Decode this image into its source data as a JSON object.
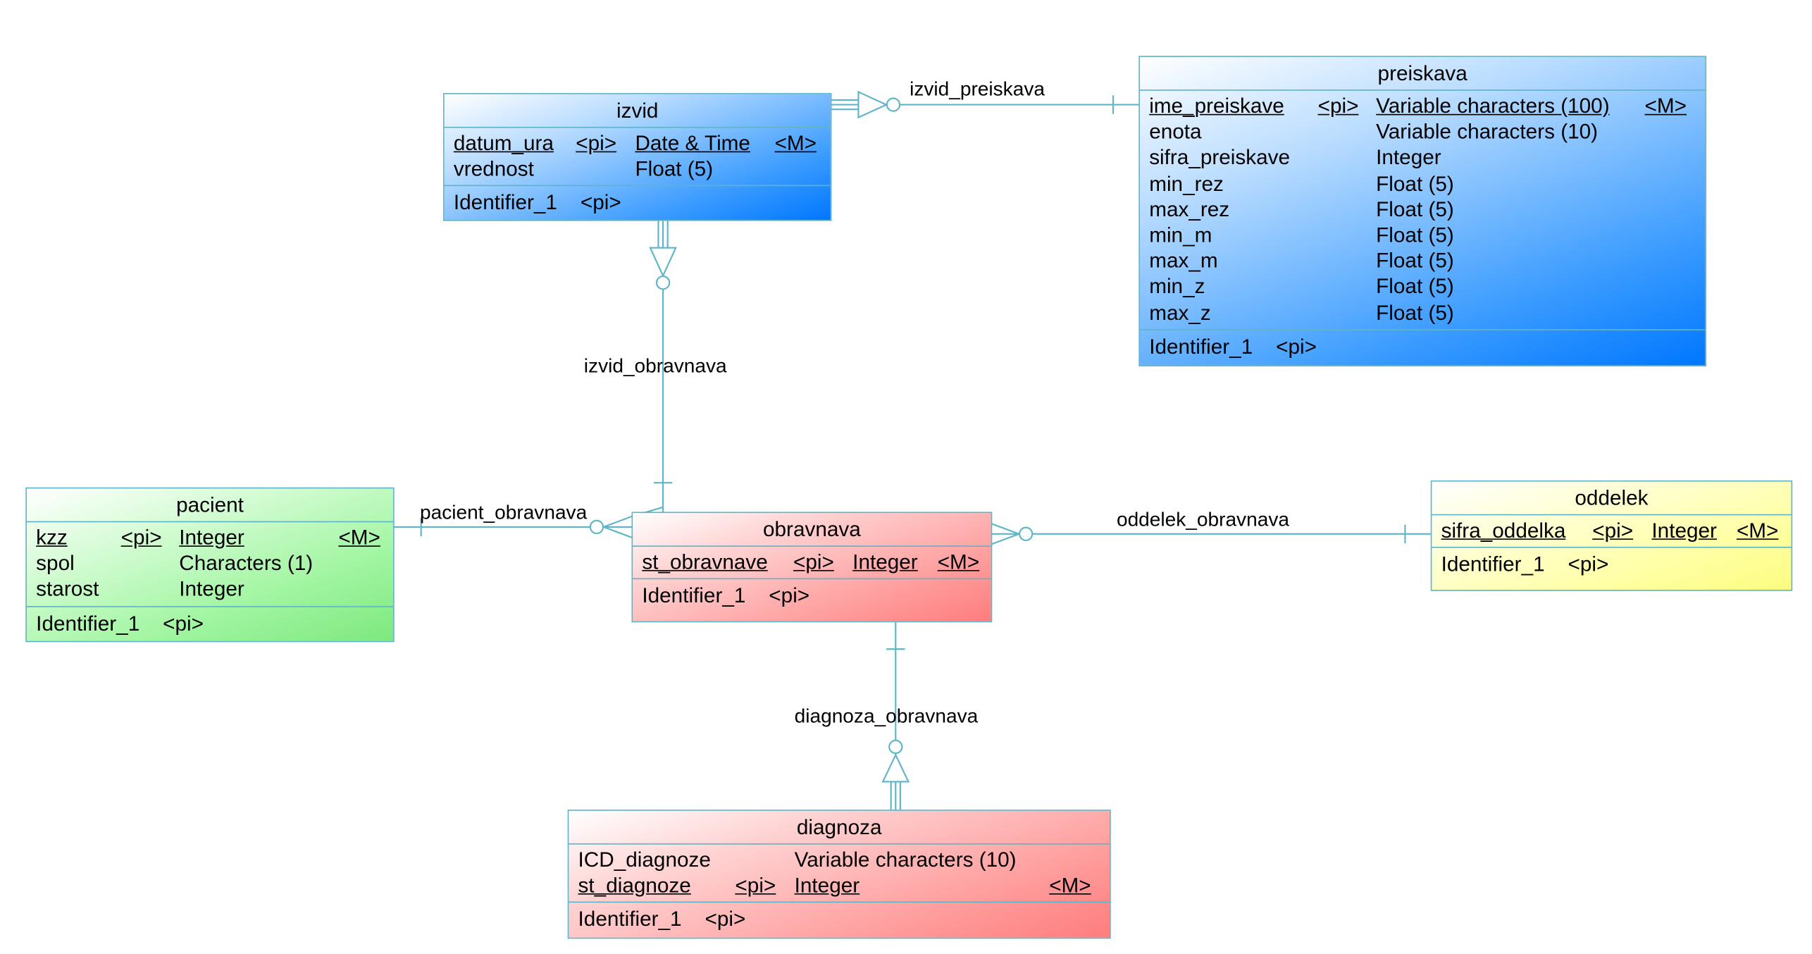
{
  "colors": {
    "line": "#5fb5c8",
    "blue": "#0077ff",
    "green": "#7ee87e",
    "red": "#ff7d7d",
    "yellow": "#fcfc80"
  },
  "relationships": {
    "izvid_preiskava": "izvid_preiskava",
    "izvid_obravnava": "izvid_obravnava",
    "pacient_obravnava": "pacient_obravnava",
    "oddelek_obravnava": "oddelek_obravnava",
    "diagnoza_obravnava": "diagnoza_obravnava"
  },
  "entities": {
    "izvid": {
      "title": "izvid",
      "attributes": [
        {
          "name": "datum_ura",
          "key": "<pi>",
          "type": "Date & Time",
          "mandatory": "<M>"
        },
        {
          "name": "vrednost",
          "key": "",
          "type": "Float (5)",
          "mandatory": ""
        }
      ],
      "identifier": {
        "name": "Identifier_1",
        "key": "<pi>"
      }
    },
    "preiskava": {
      "title": "preiskava",
      "attributes": [
        {
          "name": "ime_preiskave",
          "key": "<pi>",
          "type": "Variable characters (100)",
          "mandatory": "<M>"
        },
        {
          "name": "enota",
          "key": "",
          "type": "Variable characters (10)",
          "mandatory": ""
        },
        {
          "name": "sifra_preiskave",
          "key": "",
          "type": "Integer",
          "mandatory": ""
        },
        {
          "name": "min_rez",
          "key": "",
          "type": "Float (5)",
          "mandatory": ""
        },
        {
          "name": "max_rez",
          "key": "",
          "type": "Float (5)",
          "mandatory": ""
        },
        {
          "name": "min_m",
          "key": "",
          "type": "Float (5)",
          "mandatory": ""
        },
        {
          "name": "max_m",
          "key": "",
          "type": "Float (5)",
          "mandatory": ""
        },
        {
          "name": "min_z",
          "key": "",
          "type": "Float (5)",
          "mandatory": ""
        },
        {
          "name": "max_z",
          "key": "",
          "type": "Float (5)",
          "mandatory": ""
        }
      ],
      "identifier": {
        "name": "Identifier_1",
        "key": "<pi>"
      }
    },
    "pacient": {
      "title": "pacient",
      "attributes": [
        {
          "name": "kzz",
          "key": "<pi>",
          "type": "Integer",
          "mandatory": "<M>"
        },
        {
          "name": "spol",
          "key": "",
          "type": "Characters (1)",
          "mandatory": ""
        },
        {
          "name": "starost",
          "key": "",
          "type": "Integer",
          "mandatory": ""
        }
      ],
      "identifier": {
        "name": "Identifier_1",
        "key": "<pi>"
      }
    },
    "obravnava": {
      "title": "obravnava",
      "attributes": [
        {
          "name": "st_obravnave",
          "key": "<pi>",
          "type": "Integer",
          "mandatory": "<M>"
        }
      ],
      "identifier": {
        "name": "Identifier_1",
        "key": "<pi>"
      }
    },
    "oddelek": {
      "title": "oddelek",
      "attributes": [
        {
          "name": "sifra_oddelka",
          "key": "<pi>",
          "type": "Integer",
          "mandatory": "<M>"
        }
      ],
      "identifier": {
        "name": "Identifier_1",
        "key": "<pi>"
      }
    },
    "diagnoza": {
      "title": "diagnoza",
      "attributes": [
        {
          "name": "ICD_diagnoze",
          "key": "",
          "type": "Variable characters (10)",
          "mandatory": ""
        },
        {
          "name": "st_diagnoze",
          "key": "<pi>",
          "type": "Integer",
          "mandatory": "<M>"
        }
      ],
      "identifier": {
        "name": "Identifier_1",
        "key": "<pi>"
      }
    }
  }
}
